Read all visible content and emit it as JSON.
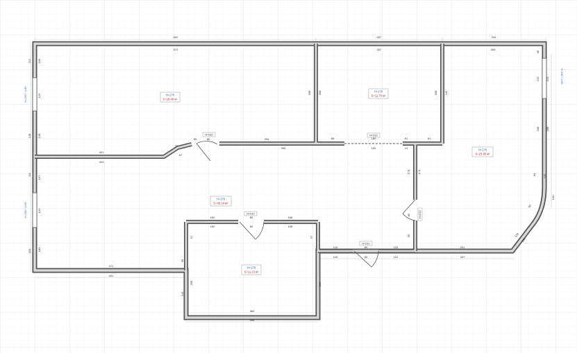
{
  "colors": {
    "grid_minor": "#eef1f4",
    "grid_major": "#dfe3e8",
    "wall_outer": "#555555",
    "wall_fill": "#d9d9d9",
    "dim_line": "#c8c8c8",
    "door": "#444444",
    "height_text": "#2b5fb3",
    "area_text": "#c0282d",
    "window_text": "#2b5fb3"
  },
  "rooms": [
    {
      "id": "room-top-left",
      "height": "H=270",
      "area": "S=26.49 м²"
    },
    {
      "id": "room-top-middle",
      "height": "H=270",
      "area": "S=11.76 м²"
    },
    {
      "id": "room-right",
      "height": "H=270",
      "area": "S=23.80 м²"
    },
    {
      "id": "room-hall",
      "height": "H=270",
      "area": "S=36.10 м²"
    },
    {
      "id": "room-bottom",
      "height": "H=270",
      "area": "S=11.13 м²"
    }
  ],
  "doors": [
    {
      "id": "door-top-left",
      "label": "H=210"
    },
    {
      "id": "door-top-middle",
      "label": "H=210"
    },
    {
      "id": "door-right",
      "label": "H=210"
    },
    {
      "id": "door-bottom-top",
      "label": "H=210"
    },
    {
      "id": "door-bottom-right",
      "label": "H=210"
    }
  ],
  "windows": [
    {
      "id": "window-left-top",
      "label": "H=150 / 1=90"
    },
    {
      "id": "window-left-bottom",
      "label": "H=150 / 1=90"
    },
    {
      "id": "window-right-top",
      "label": "H=150 / 1=90"
    }
  ],
  "dimensions": [
    {
      "id": "dim-top-1",
      "value": "602"
    },
    {
      "id": "dim-top-2",
      "value": "287"
    },
    {
      "id": "dim-top-3",
      "value": "316"
    },
    {
      "id": "dim-tl-inner",
      "value": "573"
    },
    {
      "id": "dim-tm-inner",
      "value": "267"
    },
    {
      "id": "dim-tr-inner",
      "value": "306"
    },
    {
      "id": "dim-left-1",
      "value": "112"
    },
    {
      "id": "dim-left-2",
      "value": "105"
    },
    {
      "id": "dim-left-3",
      "value": "120"
    },
    {
      "id": "dim-left-4",
      "value": "128"
    },
    {
      "id": "dim-left-5",
      "value": "128"
    },
    {
      "id": "dim-left-6",
      "value": "111"
    },
    {
      "id": "dim-left-7",
      "value": "167"
    },
    {
      "id": "dim-left-8",
      "value": "120"
    },
    {
      "id": "dim-left-9",
      "value": "183"
    },
    {
      "id": "dim-left-10",
      "value": "183"
    },
    {
      "id": "dim-tl-right",
      "value": "308"
    },
    {
      "id": "dim-tm-left",
      "value": "308"
    },
    {
      "id": "dim-tm-right",
      "value": "308"
    },
    {
      "id": "dim-tr-left",
      "value": "242"
    },
    {
      "id": "dim-tl-bot-1",
      "value": "401"
    },
    {
      "id": "dim-tl-bot-2",
      "value": "50"
    },
    {
      "id": "dim-tl-bot-3",
      "value": "80"
    },
    {
      "id": "dim-tl-bot-4",
      "value": "294"
    },
    {
      "id": "dim-tl-bot-5",
      "value": "77"
    },
    {
      "id": "dim-tl-bot-6",
      "value": "57"
    },
    {
      "id": "dim-hall-top-1",
      "value": "403"
    },
    {
      "id": "dim-hall-top-2",
      "value": "359"
    },
    {
      "id": "dim-hall-top-3",
      "value": "160"
    },
    {
      "id": "dim-tm-bot-1",
      "value": "65"
    },
    {
      "id": "dim-tm-bot-2",
      "value": "160"
    },
    {
      "id": "dim-tm-bot-3",
      "value": "51"
    },
    {
      "id": "dim-tm-bot-4",
      "value": "41"
    },
    {
      "id": "dim-tr-bot",
      "value": "61"
    },
    {
      "id": "dim-corr-1",
      "value": "174"
    },
    {
      "id": "dim-corr-2",
      "value": "174"
    },
    {
      "id": "dim-corr-3",
      "value": "80"
    },
    {
      "id": "dim-corr-4",
      "value": "50"
    },
    {
      "id": "dim-right-1",
      "value": "48"
    },
    {
      "id": "dim-right-2",
      "value": "120"
    },
    {
      "id": "dim-right-3",
      "value": "120"
    },
    {
      "id": "dim-right-4",
      "value": "188"
    },
    {
      "id": "dim-right-5",
      "value": "188"
    },
    {
      "id": "dim-right-6",
      "value": "94"
    },
    {
      "id": "dim-right-7",
      "value": "100"
    },
    {
      "id": "dim-right-8",
      "value": "92"
    },
    {
      "id": "dim-right-9",
      "value": "129"
    },
    {
      "id": "dim-right-10",
      "value": "140"
    },
    {
      "id": "dim-right-bot-1",
      "value": "291"
    },
    {
      "id": "dim-right-bot-2",
      "value": "337"
    },
    {
      "id": "dim-bt-1",
      "value": "160"
    },
    {
      "id": "dim-bt-2",
      "value": "160"
    },
    {
      "id": "dim-bt-3",
      "value": "80"
    },
    {
      "id": "dim-bt-4",
      "value": "80"
    },
    {
      "id": "dim-bt-5",
      "value": "168"
    },
    {
      "id": "dim-bt-6",
      "value": "168"
    },
    {
      "id": "dim-bt-7",
      "value": "57"
    },
    {
      "id": "dim-bt-8",
      "value": "57"
    },
    {
      "id": "dim-bt-9",
      "value": "208"
    },
    {
      "id": "dim-bt-10",
      "value": "200"
    },
    {
      "id": "dim-bt-11",
      "value": "389"
    },
    {
      "id": "dim-bt-12",
      "value": "408"
    },
    {
      "id": "dim-bt-13",
      "value": "144"
    },
    {
      "id": "dim-bt-14",
      "value": "58"
    },
    {
      "id": "dim-bl-1",
      "value": "471"
    },
    {
      "id": "dim-bl-2",
      "value": "491"
    },
    {
      "id": "dim-br-1",
      "value": "116"
    },
    {
      "id": "dim-br-2",
      "value": "115"
    },
    {
      "id": "dim-br-3",
      "value": "80"
    },
    {
      "id": "dim-br-4",
      "value": "80"
    },
    {
      "id": "dim-br-5",
      "value": "103"
    },
    {
      "id": "dim-br-6",
      "value": "112"
    },
    {
      "id": "dim-right-far",
      "value": "100"
    }
  ]
}
